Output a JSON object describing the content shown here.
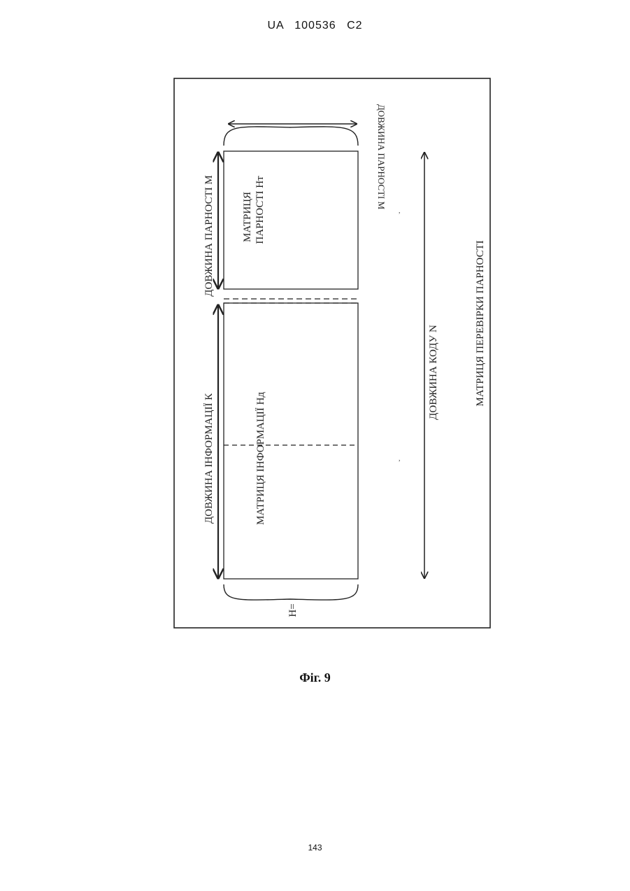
{
  "header": {
    "doc_id": "UA   100536   C2"
  },
  "figure": {
    "labels": {
      "parity_length_left": "ДОВЖИНА ПАРНОСТІ М",
      "parity_length_right": "ДОВЖИНА ПАРНОСТІ М",
      "parity_matrix_line1": "МАТРИЦЯ",
      "parity_matrix_line2": "ПАРНОСТІ Hт",
      "info_length": "ДОВЖИНА ІНФОРМАЦІЇ К",
      "info_matrix": "МАТРИЦЯ ІНФОРМАЦІЇ Hд",
      "code_length": "ДОВЖИНА КОДУ  N",
      "check_matrix": "МАТРИЦЯ ПЕРЕВІРКИ ПАРНОСТІ",
      "h_equals": "H="
    }
  },
  "caption": "Фіг. 9",
  "page_number": "143"
}
